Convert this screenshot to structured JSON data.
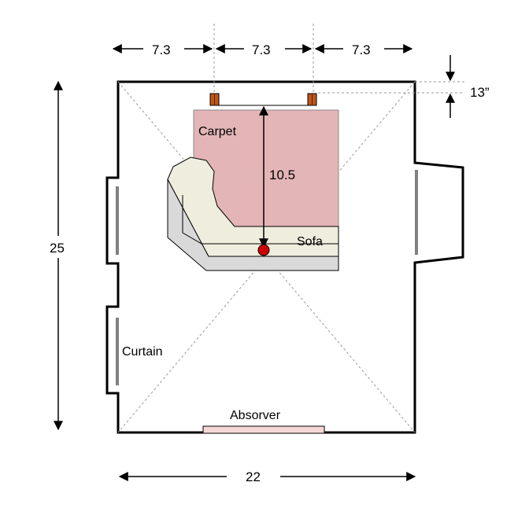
{
  "dimensions": {
    "top_left": "7.3",
    "top_middle": "7.3",
    "top_right": "7.3",
    "offset": "13”",
    "height": "25",
    "width": "22",
    "listening_distance": "10.5"
  },
  "labels": {
    "carpet": "Carpet",
    "sofa": "Sofa",
    "curtain": "Curtain",
    "absorber": "Absorver"
  },
  "colors": {
    "carpet": "#e4b5b6",
    "sofa": "#efedde",
    "sofa_shadow": "#d9d9d9",
    "speaker": "#c0561a",
    "listener": "#cc0000",
    "absorber": "#f5d7d7",
    "curtain": "#808080"
  }
}
